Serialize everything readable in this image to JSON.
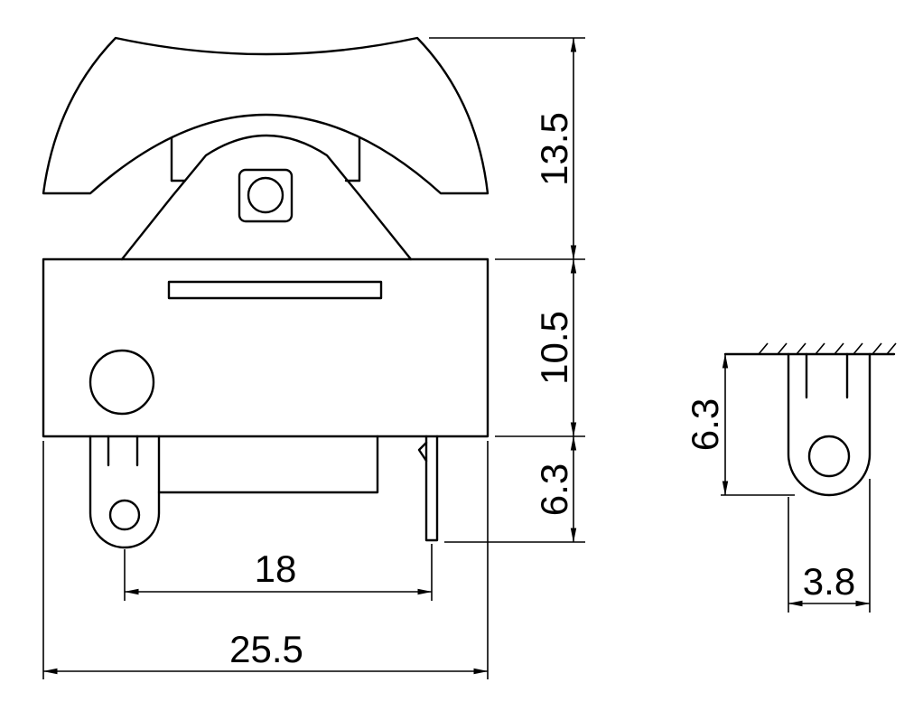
{
  "front_view": {
    "dim_rocker_height": "13.5",
    "dim_body_height": "10.5",
    "dim_terminal_height": "6.3",
    "dim_terminal_spacing": "18",
    "dim_overall_width": "25.5"
  },
  "side_view": {
    "dim_terminal_height": "6.3",
    "dim_terminal_width": "3.8"
  },
  "colors": {
    "line": "#000000",
    "background": "#ffffff"
  }
}
